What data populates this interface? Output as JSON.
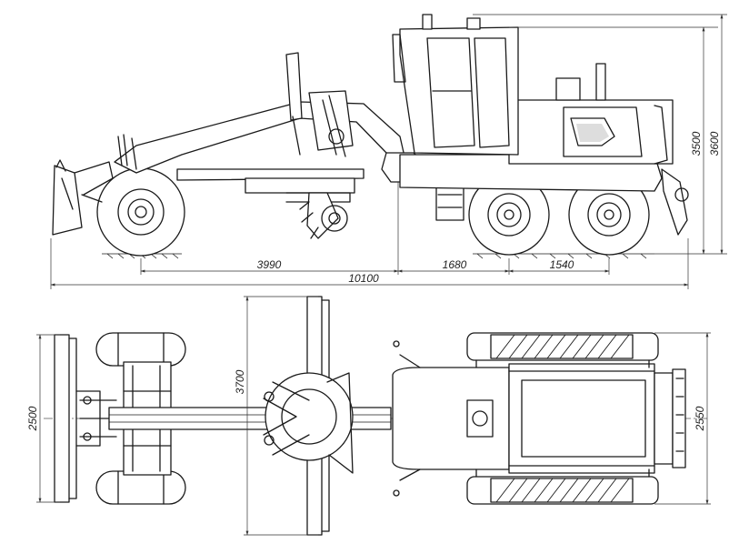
{
  "dimensions": {
    "wheelbase_front": "3990",
    "overall_length": "10100",
    "tandem_front": "1680",
    "tandem_rear": "1540",
    "height_cab": "3500",
    "height_total": "3600",
    "track_front": "2500",
    "blade_width": "3700",
    "track_rear": "2550"
  }
}
